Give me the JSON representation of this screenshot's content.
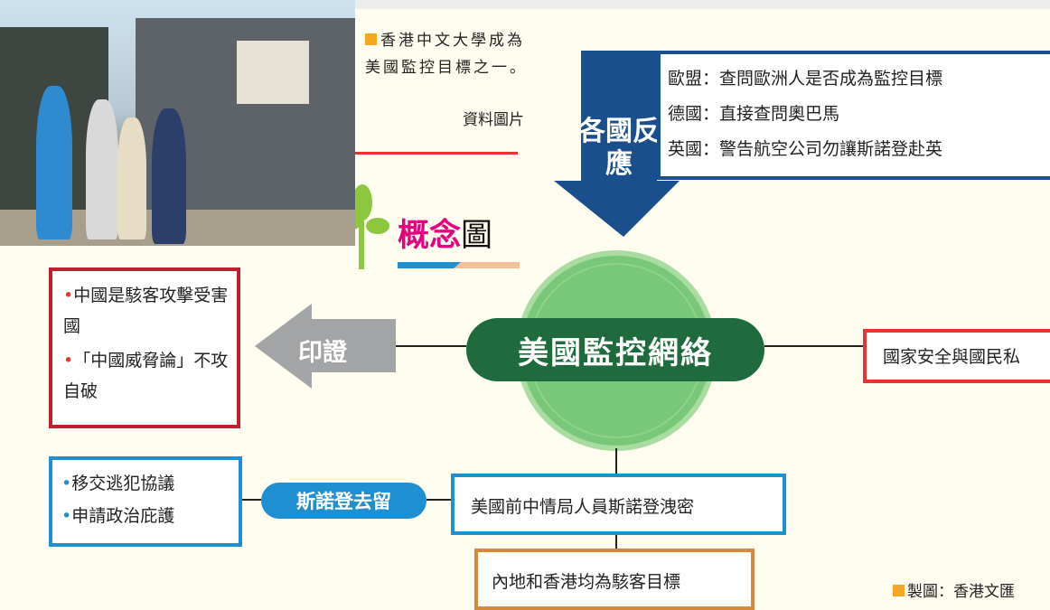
{
  "caption": {
    "text": "香港中文大學成為美國監控目標之一。",
    "source": "資料圖片"
  },
  "reactions": {
    "label": "各國反應",
    "items": [
      "歐盟：查問歐洲人是否成為監控目標",
      "德國：直接查問奧巴馬",
      "英國：警告航空公司勿讓斯諾登赴英"
    ]
  },
  "concept_map": {
    "title_highlight": "概念",
    "title_rest": "圖"
  },
  "center": {
    "label": "美國監控網絡"
  },
  "evidence": {
    "label": "印證",
    "items": [
      "中國是駭客攻擊受害國",
      "「中國威脅論」不攻自破"
    ]
  },
  "right_node": {
    "text": "國家安全與國民私"
  },
  "snowden": {
    "label": "斯諾登去留",
    "items": [
      "移交逃犯協議",
      "申請政治庇護"
    ]
  },
  "leak": {
    "text": "美國前中情局人員斯諾登洩密"
  },
  "target": {
    "text": "內地和香港均為駭客目標"
  },
  "credit": {
    "text": "製圖：香港文匯"
  },
  "colors": {
    "center_green": "#1f6b3d",
    "reaction_blue": "#1a4f8e",
    "snowden_blue": "#1e8fd0",
    "evidence_red": "#c0212e",
    "highlight_magenta": "#e5007e"
  }
}
